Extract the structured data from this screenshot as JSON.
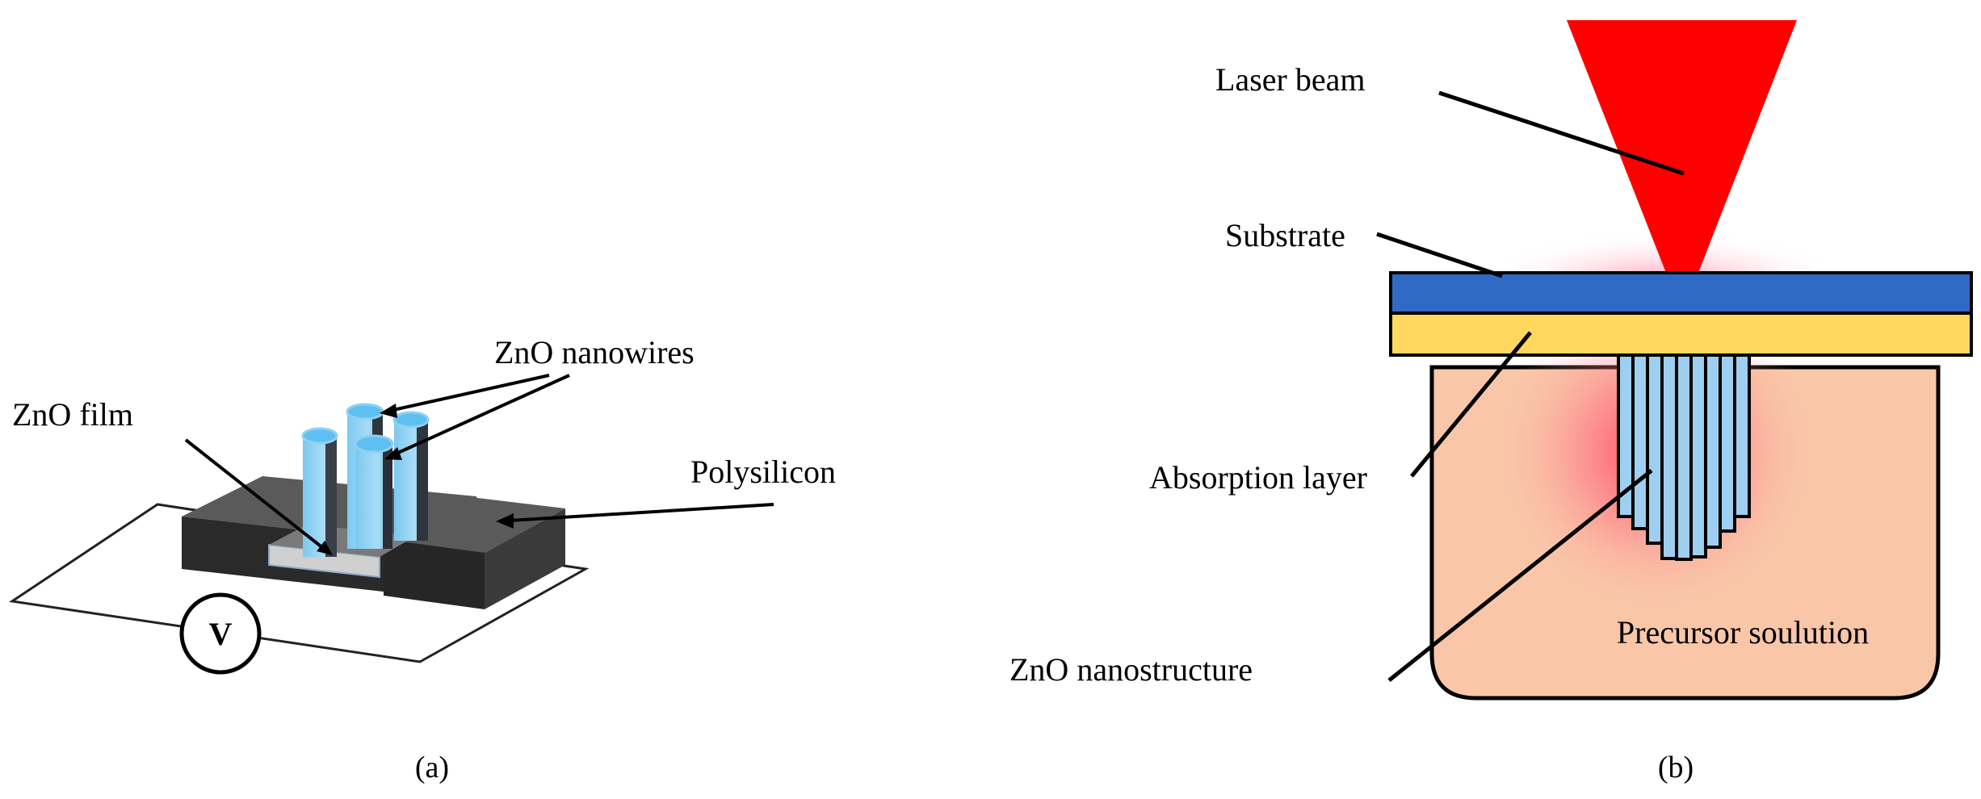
{
  "panel_a": {
    "caption": "(a)",
    "labels": {
      "nanowires": "ZnO nanowires",
      "film": "ZnO film",
      "polysilicon": "Polysilicon",
      "voltmeter": "V"
    }
  },
  "panel_b": {
    "caption": "(b)",
    "labels": {
      "laser": "Laser beam",
      "substrate": "Substrate",
      "absorption": "Absorption layer",
      "nanostructure": "ZnO nanostructure",
      "solution": "Precursor soulution"
    }
  },
  "colors": {
    "laser": "#ff0000",
    "substrate": "#2f6bc5",
    "absorption_layer": "#ffd75e",
    "solution": "#f9c6a8",
    "glow": "#ff2a4a",
    "nanowire": "#8fd0f2",
    "block": "#3d3d3d"
  }
}
